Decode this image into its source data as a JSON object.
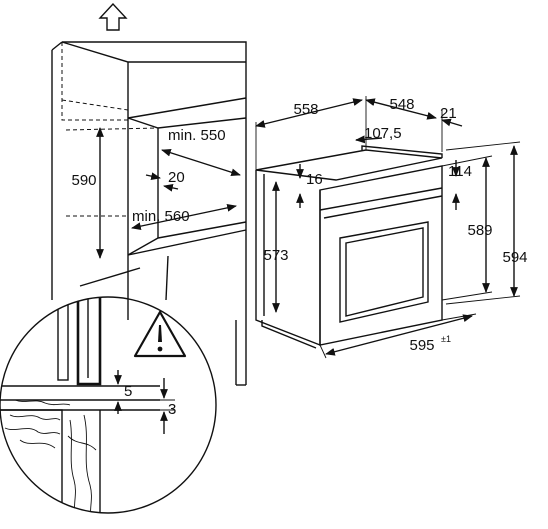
{
  "dimensions": {
    "niche_height": "590",
    "niche_depth_min": "min. 550",
    "niche_gap": "20",
    "niche_width_min": "min. 560",
    "oven_depth_total": "558",
    "oven_depth_body": "548",
    "oven_front_offset": "21",
    "oven_top_offset": "107,5",
    "oven_panel_thickness": "16",
    "oven_body_height": "573",
    "oven_top_step": "114",
    "oven_height_inner": "589",
    "oven_height_total": "594",
    "oven_width": "595",
    "oven_width_tolerance": "±1",
    "detail_gap_top": "5",
    "detail_gap_bottom": "3"
  },
  "icons": {
    "up_arrow": "arrow-up-icon",
    "warning": "warning-icon"
  }
}
